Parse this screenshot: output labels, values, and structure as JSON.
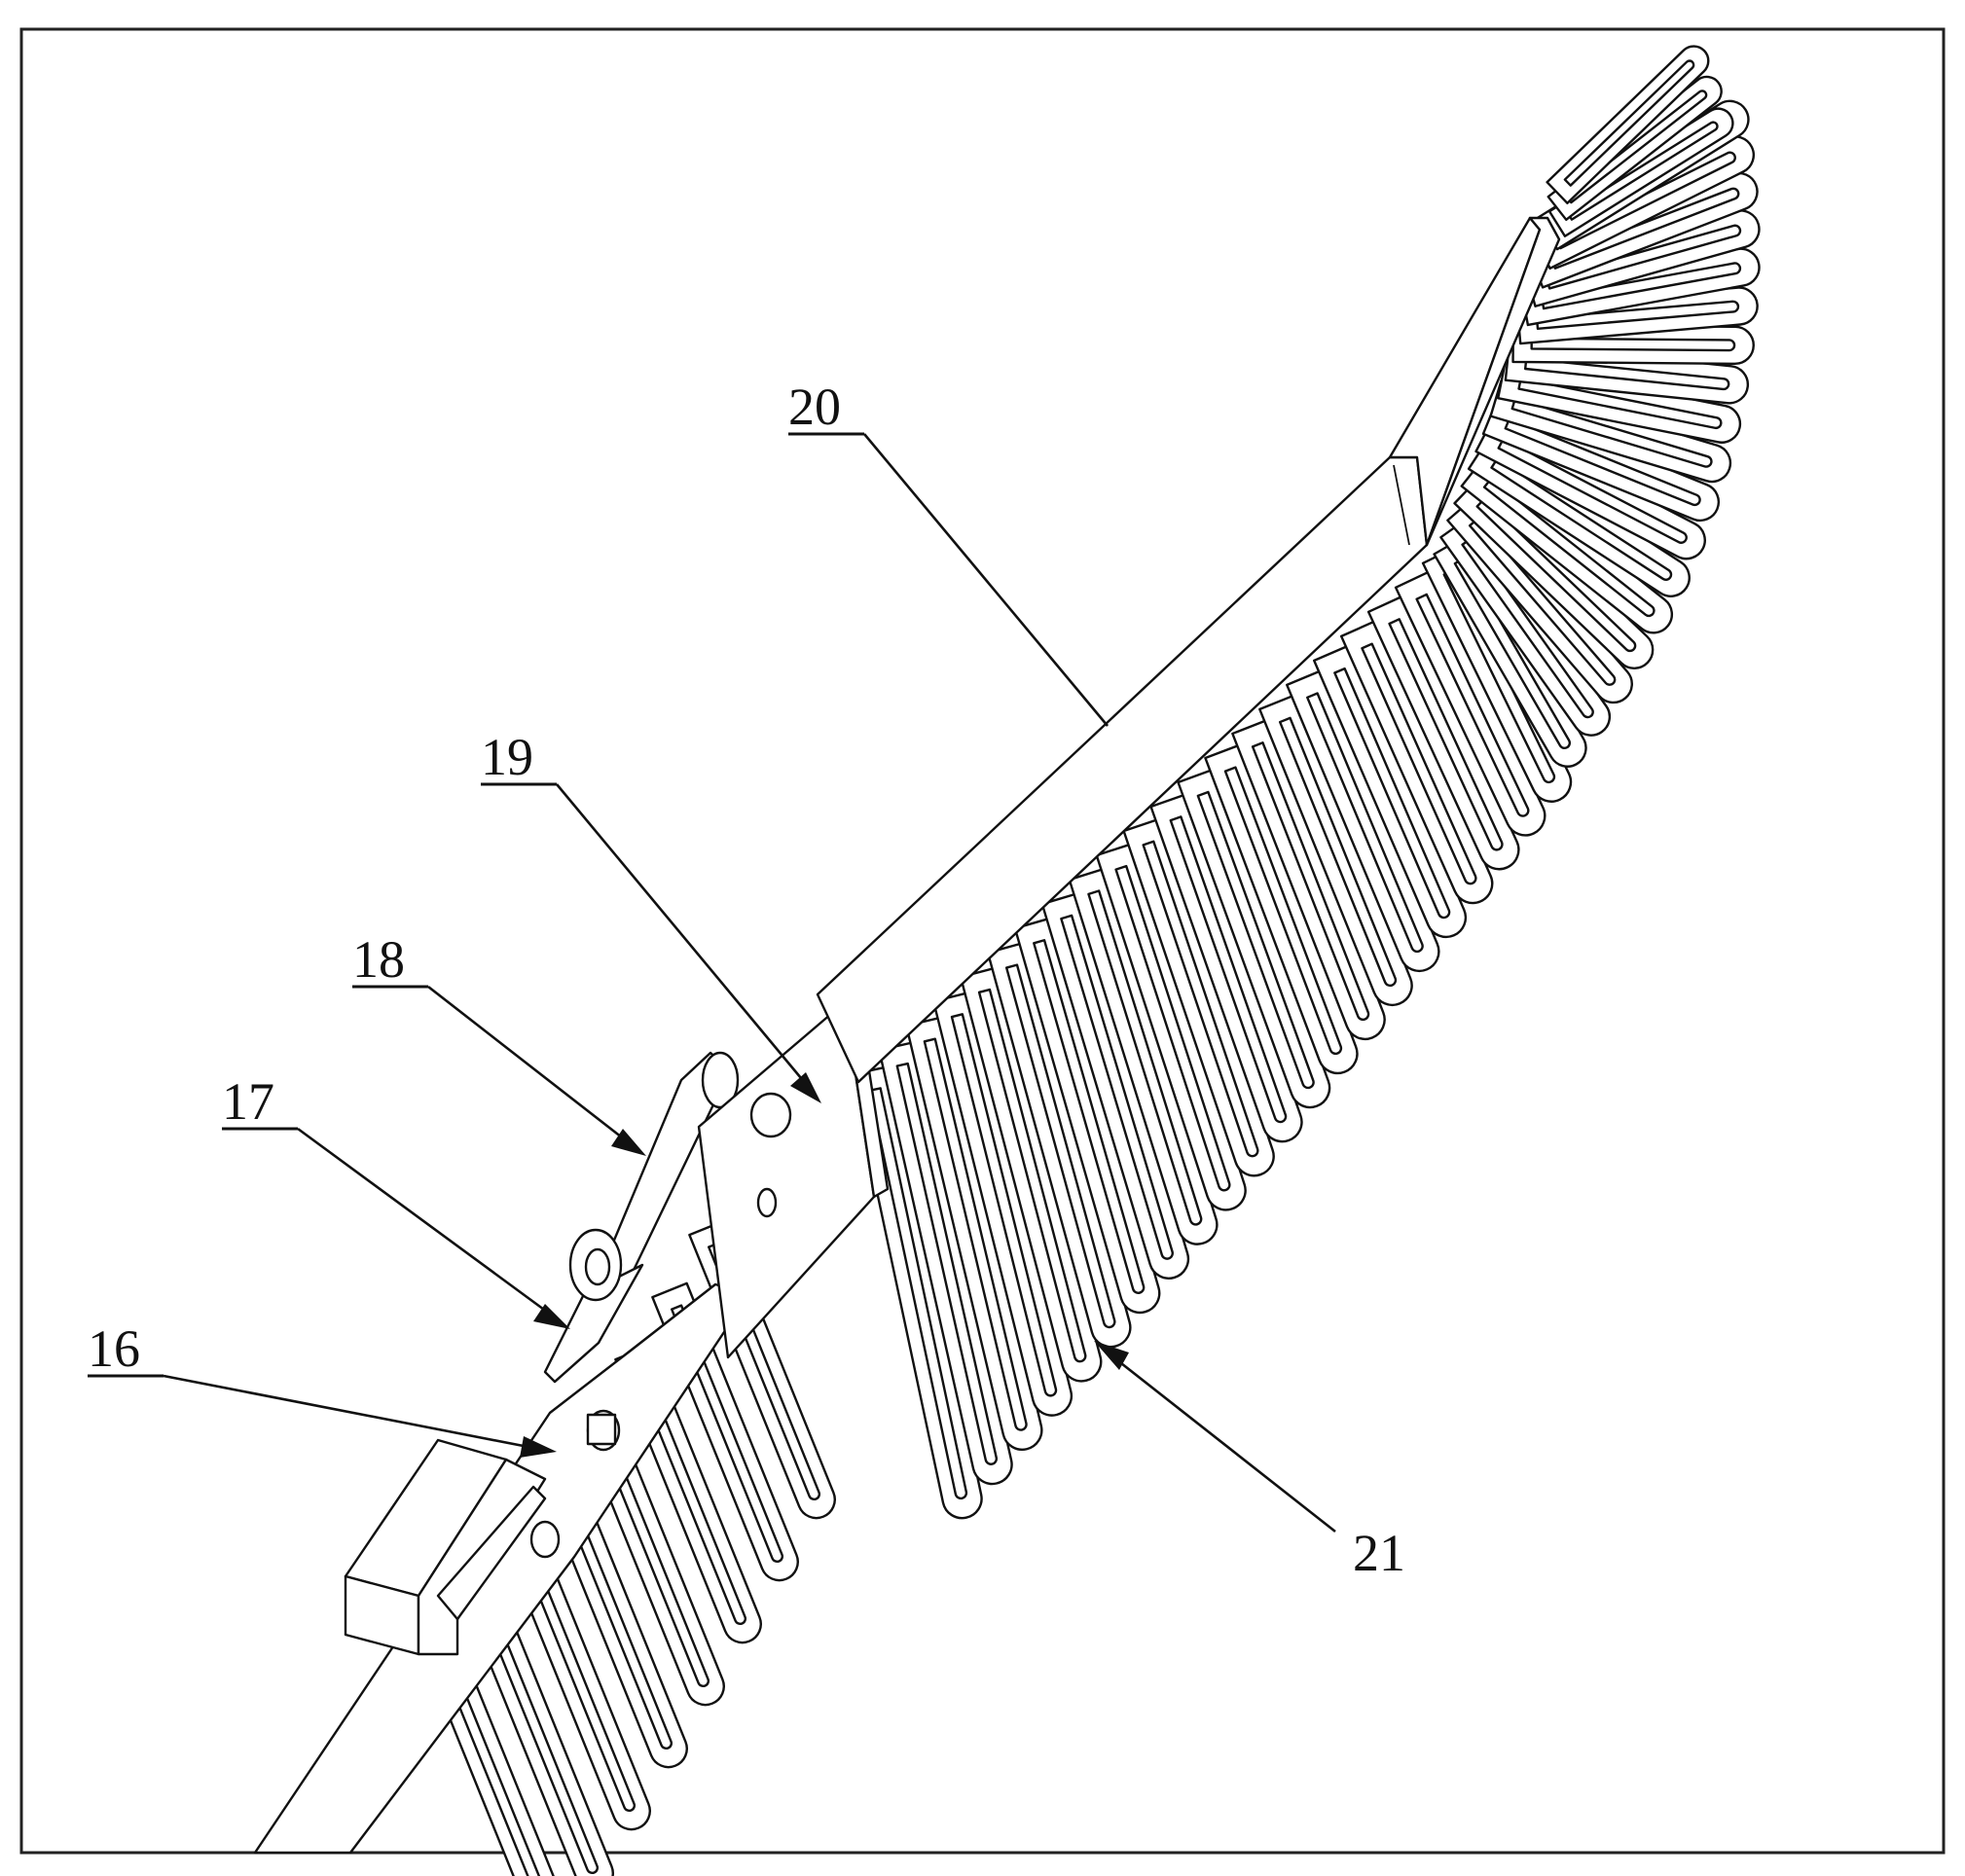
{
  "figure": {
    "labels": {
      "l16": "16",
      "l17": "17",
      "l18": "18",
      "l19": "19",
      "l20": "20",
      "l21": "21"
    }
  }
}
